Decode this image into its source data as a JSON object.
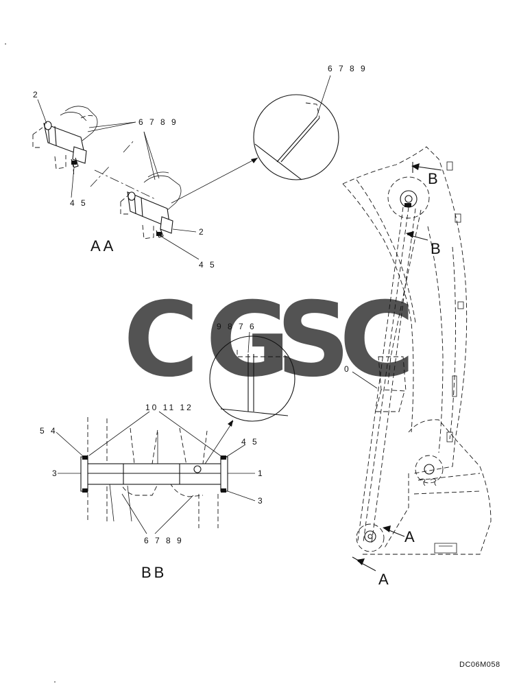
{
  "labels": {
    "aa_2_top": "2",
    "aa_6789_top": "6 7 8 9",
    "aa_45_left": "4 5",
    "aa_2_right": "2",
    "aa_45_right": "4 5",
    "aa_title": "AA",
    "detail_top_6789": "6 7 8 9",
    "bb_9876": "9 8 7 6",
    "bb_10_11_12": "10  11  12",
    "bb_54": "5 4",
    "bb_45": "4 5",
    "bb_3_left": "3",
    "bb_1": "1",
    "bb_3_right": "3",
    "bb_6789_bottom": "6 7 8 9",
    "bb_title": "BB",
    "view_b_upper": "B",
    "view_b_lower": "B",
    "view_a_upper": "A",
    "view_a_lower": "A",
    "boom_0": "0",
    "drawing_code": "DC06M058"
  },
  "watermark": {
    "letters": [
      "C",
      "G",
      "S",
      "C"
    ],
    "colors": [
      "#4f8ff7",
      "#f2665d",
      "#fbd24e",
      "#3fbf7f"
    ]
  }
}
